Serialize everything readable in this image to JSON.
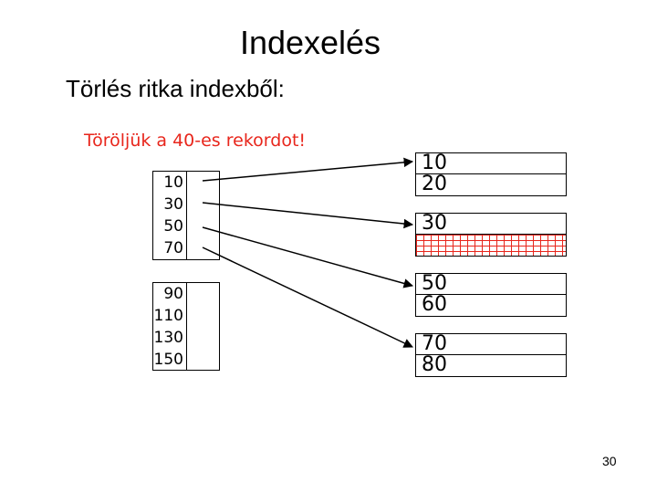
{
  "title": "Indexelés",
  "subtitle": "Törlés ritka indexből:",
  "note": "Töröljük a 40-es rekordot!",
  "index_blocks": [
    {
      "keys": [
        "10",
        "30",
        "50",
        "70"
      ]
    },
    {
      "keys": [
        "90",
        "110",
        "130",
        "150"
      ]
    }
  ],
  "data_blocks": [
    {
      "records": [
        "10",
        "20"
      ]
    },
    {
      "records": [
        "30",
        ""
      ],
      "deleted_slot": 2
    },
    {
      "records": [
        "50",
        "60"
      ]
    },
    {
      "records": [
        "70",
        "80"
      ]
    }
  ],
  "colors": {
    "note": "#e8261c",
    "deleted_hatch": "#e8261c"
  },
  "page_number": "30"
}
